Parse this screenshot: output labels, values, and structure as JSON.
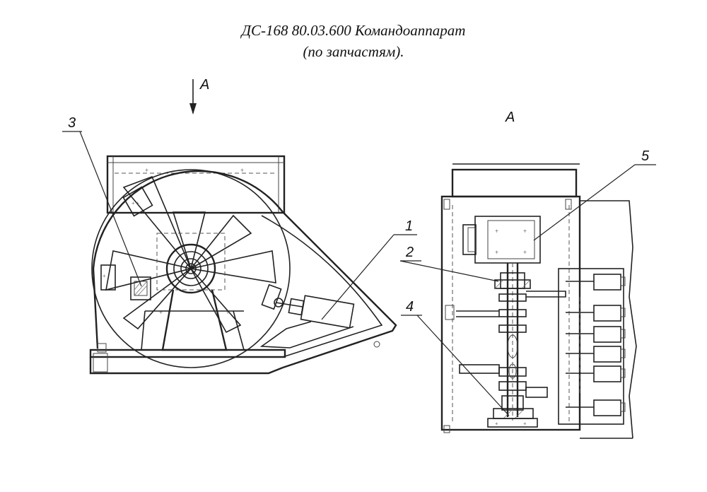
{
  "title": {
    "line1": "ДС-168 80.03.600 Командоаппарат",
    "line2": "(по запчастям)."
  },
  "view_labels": {
    "arrow_label": "А",
    "view_a_label": "А"
  },
  "callouts": [
    "1",
    "2",
    "3",
    "4",
    "5"
  ]
}
